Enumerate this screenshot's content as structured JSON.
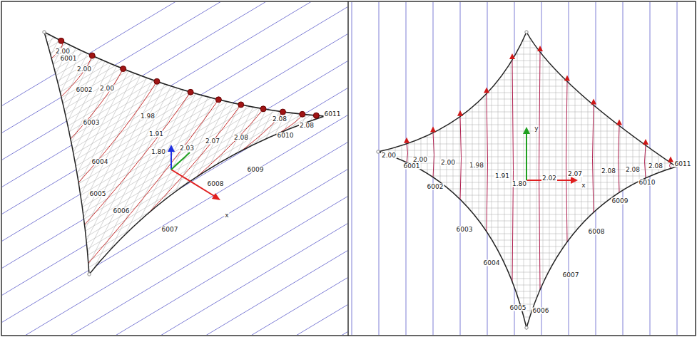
{
  "diagram": {
    "labels": [
      "2.00",
      "2.00",
      "2.00",
      "1.98",
      "1.91",
      "1.80",
      "2.03",
      "2.07",
      "2.08",
      "2.08",
      "2.08",
      "6001",
      "6002",
      "6003",
      "6004",
      "6005",
      "6006",
      "6007",
      "6008",
      "6009",
      "6010",
      "6011",
      "x",
      "2.00",
      "2.00",
      "2.00",
      "1.98",
      "1.91",
      "1.80",
      "2.02",
      "2.07",
      "2.08",
      "2.08",
      "2.08",
      "6001",
      "6002",
      "6003",
      "6004",
      "6005",
      "6006",
      "6007",
      "6008",
      "6009",
      "6010",
      "6011",
      "x",
      "y"
    ]
  }
}
